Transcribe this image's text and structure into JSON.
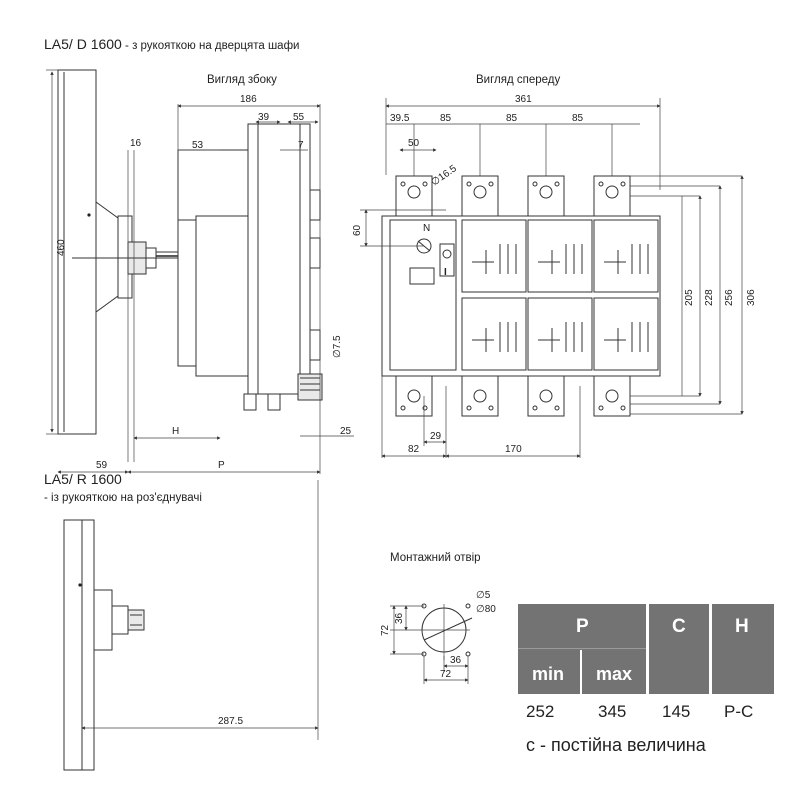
{
  "titles": {
    "main_model": "LA5/ D 1600",
    "main_suffix": " - з рукояткою на дверцята шафи",
    "second_model": "LA5/ R 1600",
    "second_suffix": "- із рукояткою на роз'єднувачі",
    "side_view": "Вигляд збоку",
    "front_view": "Вигляд спереду",
    "mounting_hole": "Монтажний отвір"
  },
  "dimensions": {
    "side": {
      "w186": "186",
      "w53": "53",
      "w39": "39",
      "w55": "55",
      "w16": "16",
      "w7": "7",
      "h460": "460",
      "d7_5": "∅7.5",
      "w25": "25",
      "H": "H",
      "P": "P",
      "w59": "59"
    },
    "front": {
      "w361": "361",
      "w39_5": "39.5",
      "p85a": "85",
      "p85b": "85",
      "p85c": "85",
      "w50": "50",
      "d16_5": "∅16.5",
      "h60": "60",
      "h205": "205",
      "h228": "228",
      "h256": "256",
      "h306": "306",
      "w29": "29",
      "w82": "82",
      "w170": "170"
    },
    "second": {
      "w287_5": "287.5"
    },
    "mount": {
      "d5": "∅5",
      "d80": "∅80",
      "h72": "72",
      "h36": "36",
      "w36": "36",
      "w72": "72"
    }
  },
  "front_labels": {
    "n": "N",
    "i": "I",
    "o": "O"
  },
  "table": {
    "header_p": "P",
    "header_c": "C",
    "header_h": "H",
    "sub_min": "min",
    "sub_max": "max",
    "val_min": "252",
    "val_max": "345",
    "val_c": "145",
    "val_h": "P-C"
  },
  "note": "c - постійна величина",
  "colors": {
    "table_header": "#737373",
    "line": "#333333"
  }
}
